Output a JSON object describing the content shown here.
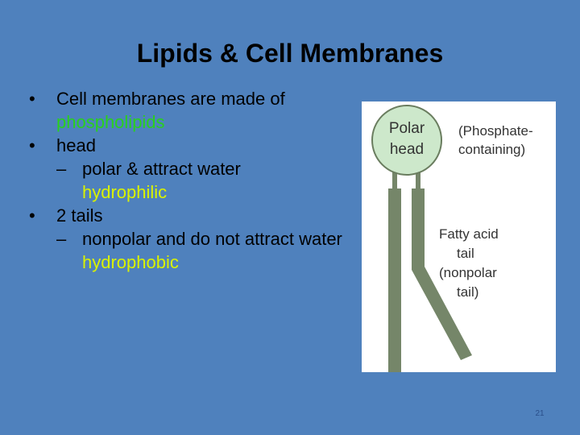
{
  "slide": {
    "title": "Lipids & Cell Membranes",
    "bullets": [
      {
        "text": "Cell membranes are made  of",
        "highlight": "phospholipids"
      },
      {
        "text": "head",
        "sub": {
          "text": "polar & attract water",
          "highlight": "hydrophilic"
        }
      },
      {
        "text": "2 tails",
        "sub": {
          "text": "nonpolar and do not attract water",
          "highlight": "hydrophobic"
        }
      }
    ],
    "page_number": "21"
  },
  "diagram": {
    "head_label_line1": "Polar",
    "head_label_line2": "head",
    "head_note_line1": "(Phosphate-",
    "head_note_line2": "containing)",
    "tail_label_line1": "Fatty acid",
    "tail_label_line2": "tail",
    "tail_label_line3": "(nonpolar",
    "tail_label_line4": "tail)",
    "colors": {
      "head_fill": "#cde8cb",
      "head_stroke": "#6a7d5f",
      "tail_fill": "#758669",
      "background": "#4f81bd",
      "highlight_green": "#29d01f",
      "highlight_lime": "#d9f200"
    }
  }
}
